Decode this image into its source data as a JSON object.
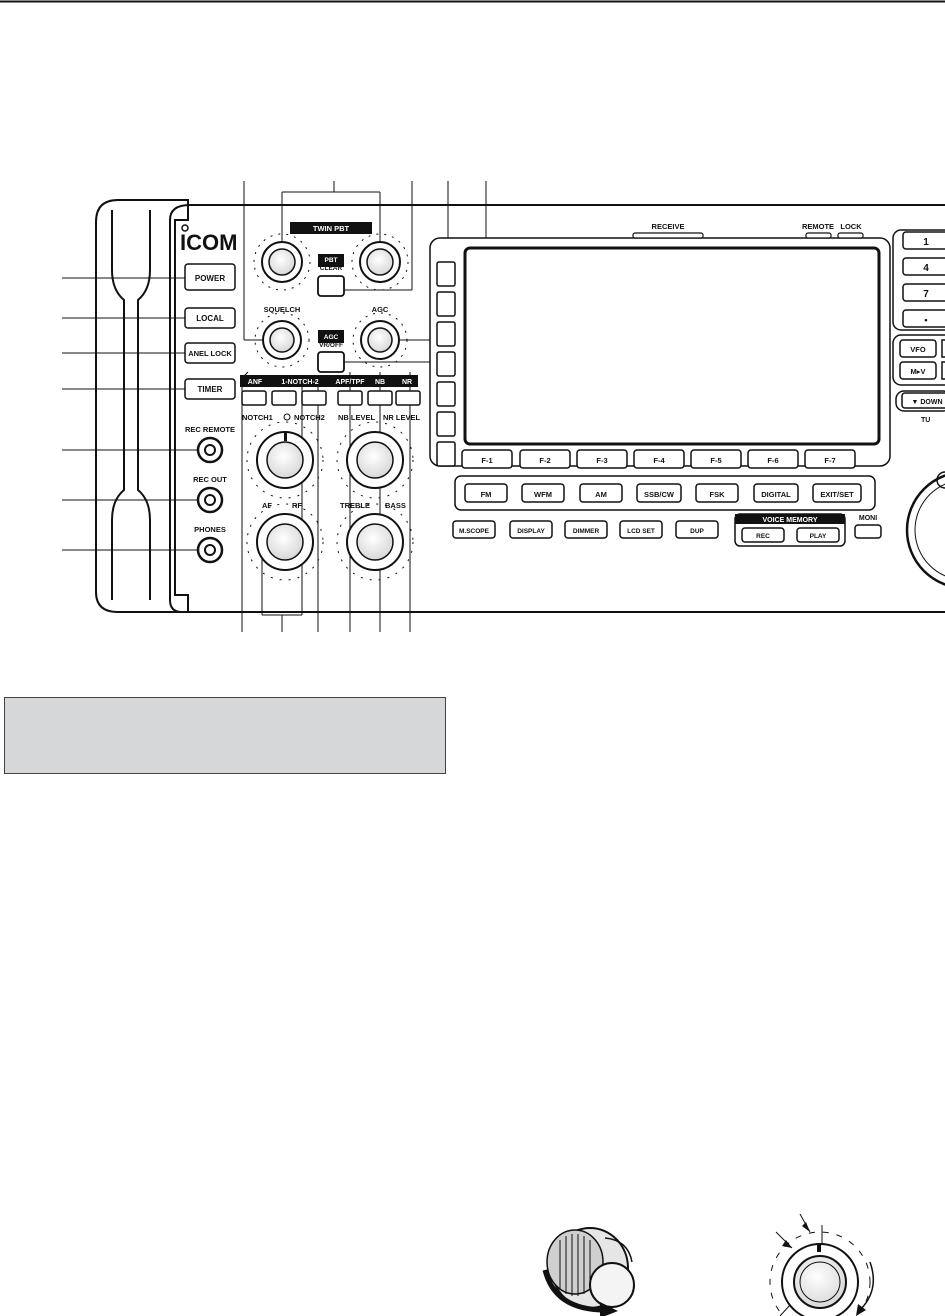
{
  "brand": {
    "logo_text": "ICOM"
  },
  "left_column": {
    "power": "POWER",
    "local": "LOCAL",
    "panel_lock": "ANEL LOCK",
    "timer": "TIMER",
    "rec_remote": "REC REMOTE",
    "rec_out": "REC OUT",
    "phones": "PHONES"
  },
  "knob_section": {
    "twin_pbt": "TWIN PBT",
    "pbt_clear_line1": "PBT",
    "pbt_clear_line2": "CLEAR",
    "squelch": "SQUELCH",
    "agc": "AGC",
    "agc_btn_line1": "AGC",
    "agc_btn_line2": "VR/OFF"
  },
  "filter_section": {
    "anf": "ANF",
    "notch_switch": "1-NOTCH-2",
    "apf_tpf": "APF/TPF",
    "nb": "NB",
    "nr": "NR",
    "notch_knob_left": "NOTCH1",
    "notch_knob_right": "NOTCH2",
    "nb_level": "NB LEVEL",
    "nr_level": "NR LEVEL",
    "af": "AF",
    "rf": "RF",
    "treble": "TREBLE",
    "bass": "BASS"
  },
  "display_section": {
    "receive": "RECEIVE",
    "remote": "REMOTE",
    "lock": "LOCK",
    "function_keys": [
      "F-1",
      "F-2",
      "F-3",
      "F-4",
      "F-5",
      "F-6",
      "F-7"
    ],
    "mode_keys": [
      "FM",
      "WFM",
      "AM",
      "SSB/CW",
      "FSK",
      "DIGITAL",
      "EXIT/SET"
    ],
    "bottom_keys": [
      "M.SCOPE",
      "DISPLAY",
      "DIMMER",
      "LCD SET",
      "DUP"
    ],
    "voice_memory": "VOICE MEMORY",
    "rec": "REC",
    "play": "PLAY",
    "moni": "MONI"
  },
  "right_section": {
    "keypad": [
      "1",
      "4",
      "7",
      "•"
    ],
    "vfo": "VFO",
    "m_to_v": "M▸V",
    "down": "▼ DOWN",
    "tu": "TU"
  }
}
